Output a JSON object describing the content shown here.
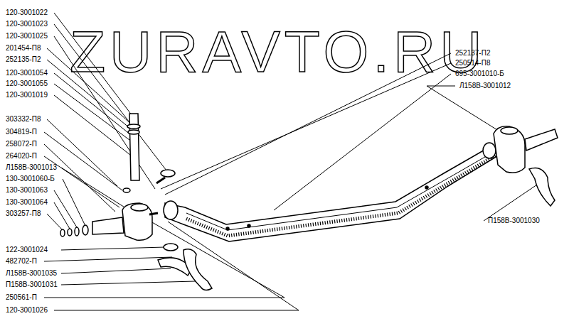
{
  "diagram": {
    "labels": [
      "120-3001022",
      "120-3001023",
      "120-3001025",
      "201454-П8",
      "252135-П2",
      "120-3001054",
      "120-3001055",
      "120-3001019",
      "303332-П8",
      "304819-П",
      "258072-П",
      "264020-П",
      "Л158В-3001013",
      "130-3001060-Б",
      "130-3001063",
      "130-3001064",
      "303257-П8",
      "122-3001024",
      "482702-П",
      "Л158В-3001035",
      "П158В-3001031",
      "250561-П",
      "120-3001026",
      "252137-П2",
      "250514-П8",
      "695-3001010-Б",
      "Л158В-3001012",
      "П158В-3001030",
      "ZURAVTO.RU"
    ]
  }
}
